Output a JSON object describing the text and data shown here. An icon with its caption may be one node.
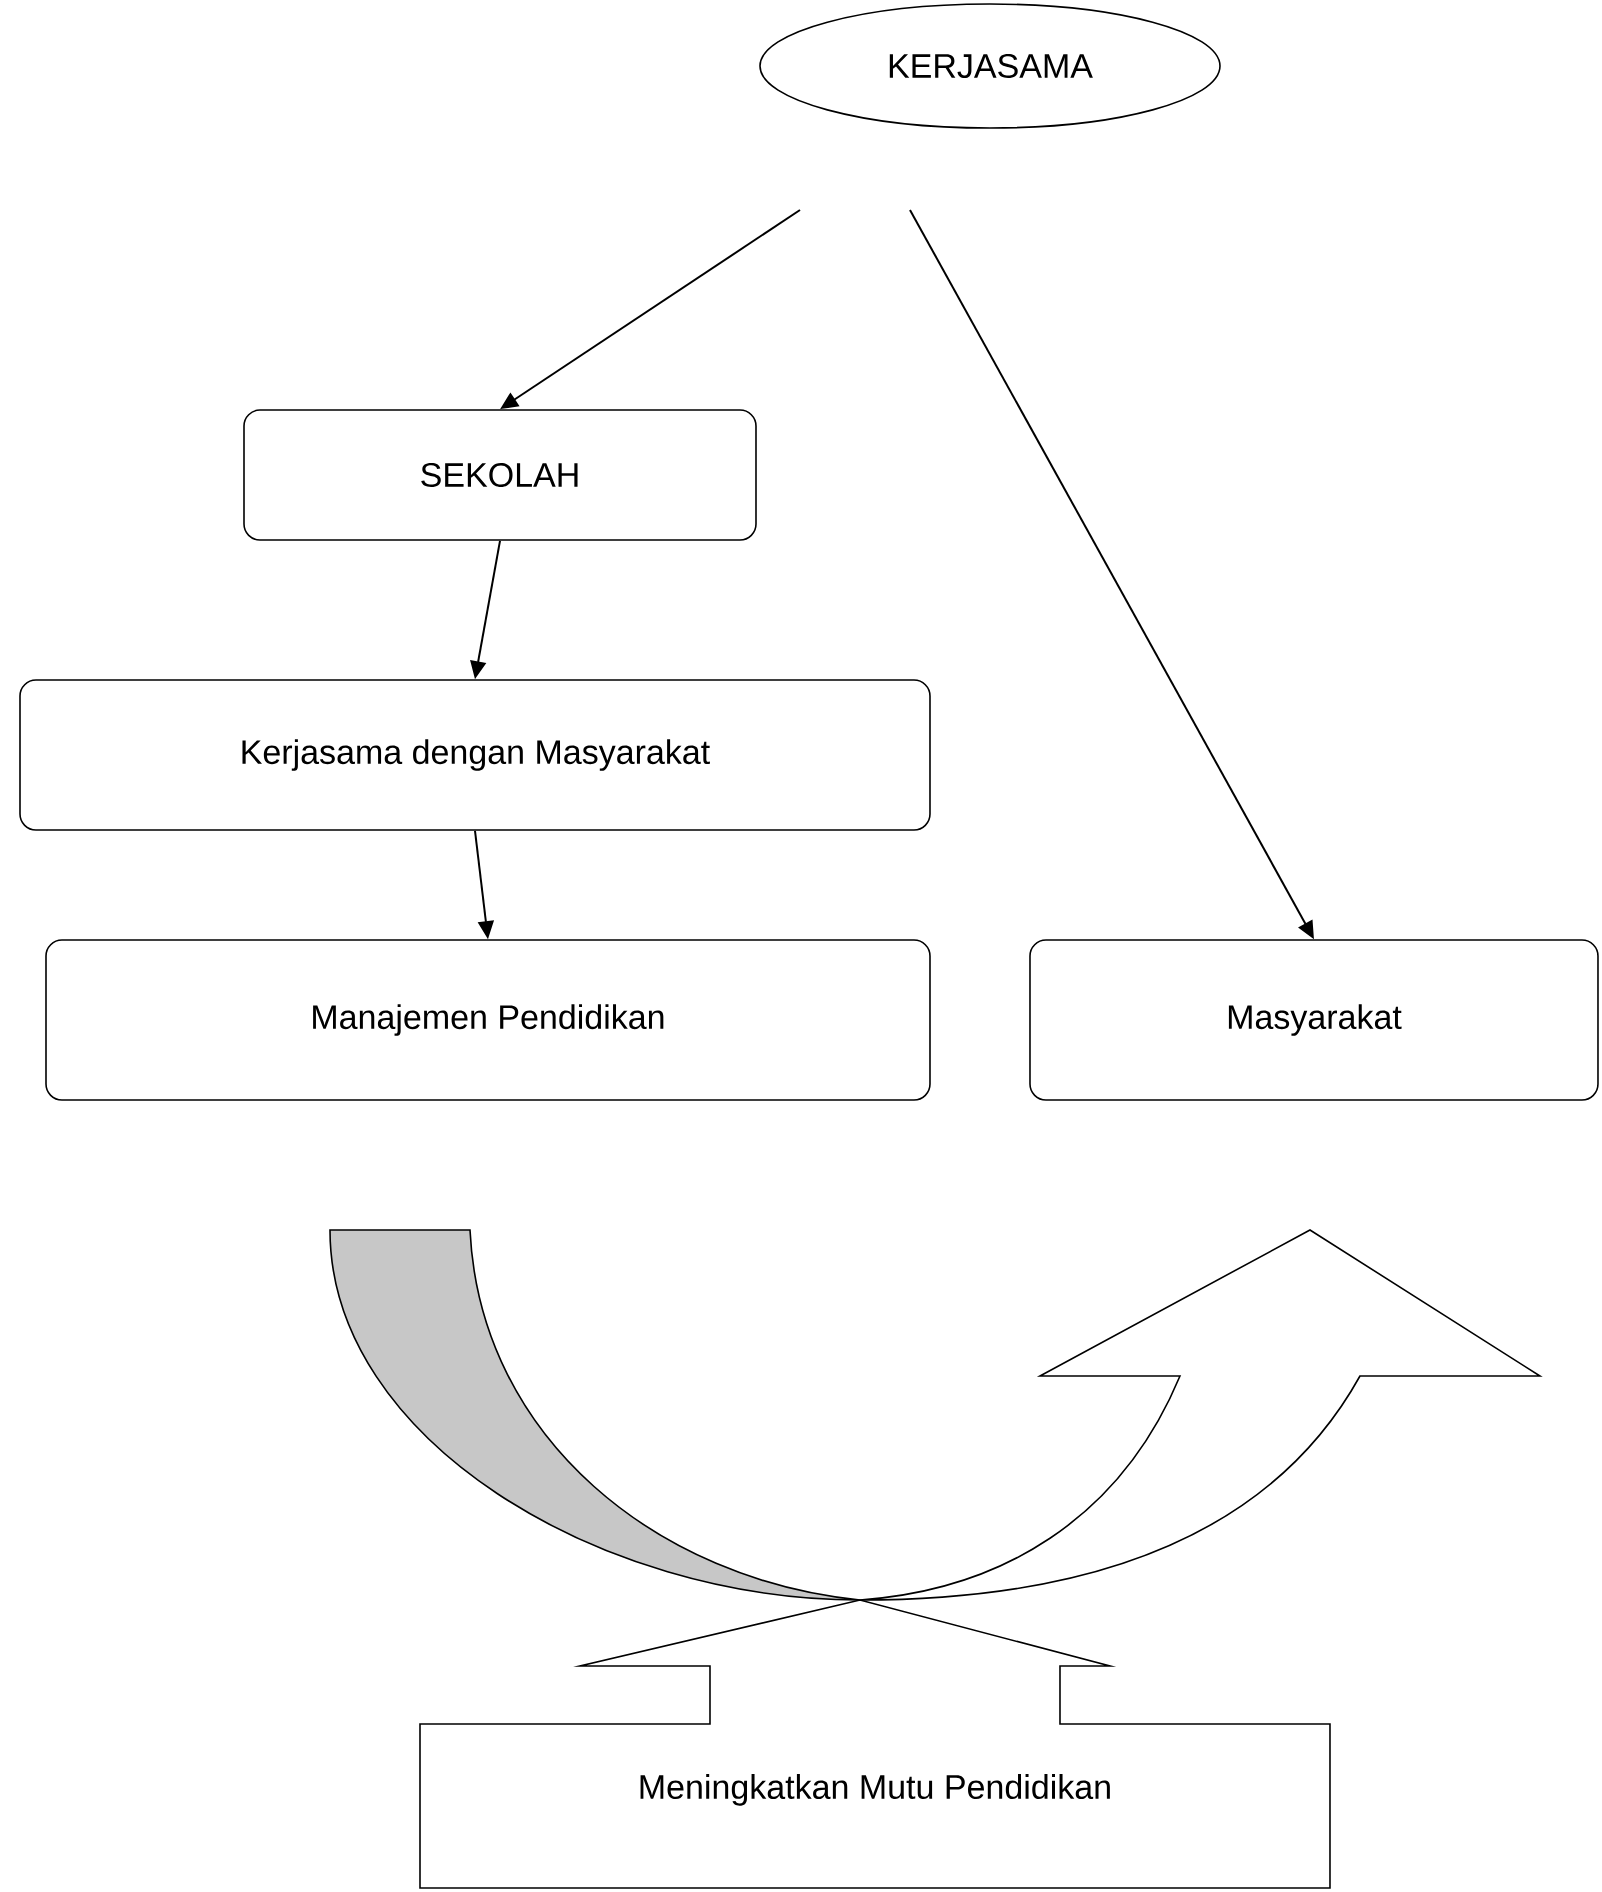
{
  "diagram": {
    "nodes": [
      {
        "text": [
          "KERJASAMA"
        ]
      },
      {
        "text": [
          "SEKOLAH"
        ]
      },
      {
        "text": [
          "Kerjasama dengan Masyarakat"
        ]
      },
      {
        "text": [
          "Manajemen Pendidikan"
        ]
      },
      {
        "text": [
          "Masyarakat"
        ]
      },
      {
        "text": [
          "Meningkatkan Mutu Pendidikan"
        ]
      }
    ],
    "edges": [
      {
        "from": 0,
        "to": 1,
        "arrow": "to"
      },
      {
        "from": 1,
        "to": 2,
        "arrow": "to"
      },
      {
        "from": 2,
        "to": 3,
        "arrow": "to"
      },
      {
        "from": 0,
        "to": 4,
        "arrow": "to"
      }
    ]
  }
}
